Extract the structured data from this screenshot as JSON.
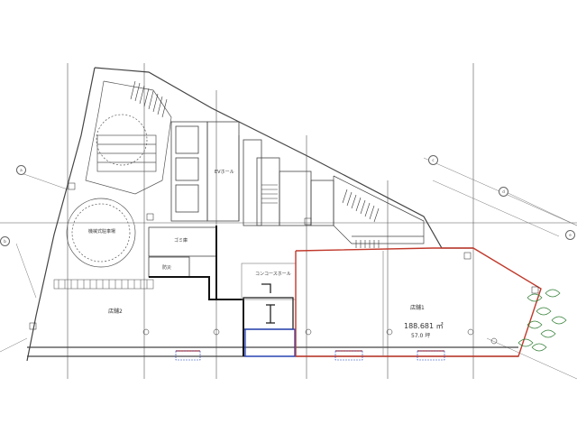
{
  "labels": {
    "store2": "店舗2",
    "store1": "店舗1",
    "area_sqm": "188.681 ㎡",
    "area_tsubo": "57.0 坪",
    "concourse": "コンコースホール",
    "hall_left": "ゴミ庫",
    "hall_mid": "EVホール",
    "mech_circle": "機械式駐車場",
    "office": "防災"
  },
  "colors": {
    "line": "#444444",
    "thin": "#888888",
    "red": "#c0392b",
    "blue": "#1f3fbf",
    "green": "#2e7d32"
  }
}
